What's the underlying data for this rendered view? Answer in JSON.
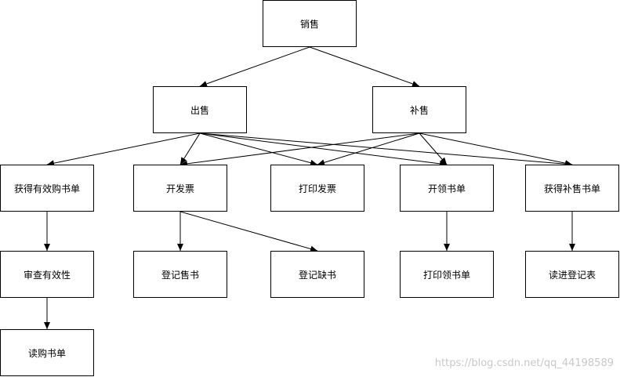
{
  "diagram": {
    "nodes": [
      {
        "id": "root",
        "label": "销售"
      },
      {
        "id": "sell",
        "label": "出售"
      },
      {
        "id": "restock",
        "label": "补售"
      },
      {
        "id": "valid-order",
        "label": "获得有效购书单"
      },
      {
        "id": "invoice",
        "label": "开发票"
      },
      {
        "id": "print-invoice",
        "label": "打印发票"
      },
      {
        "id": "pick-list",
        "label": "开领书单"
      },
      {
        "id": "restock-list",
        "label": "获得补售书单"
      },
      {
        "id": "check-validity",
        "label": "审查有效性"
      },
      {
        "id": "record-sold",
        "label": "登记售书"
      },
      {
        "id": "record-missing",
        "label": "登记缺书"
      },
      {
        "id": "print-pick-list",
        "label": "打印领书单"
      },
      {
        "id": "read-register",
        "label": "读进登记表"
      },
      {
        "id": "read-order",
        "label": "读购书单"
      }
    ],
    "edges": [
      [
        "root",
        "sell"
      ],
      [
        "root",
        "restock"
      ],
      [
        "sell",
        "valid-order"
      ],
      [
        "sell",
        "invoice"
      ],
      [
        "sell",
        "print-invoice"
      ],
      [
        "sell",
        "pick-list"
      ],
      [
        "sell",
        "restock-list"
      ],
      [
        "restock",
        "invoice"
      ],
      [
        "restock",
        "print-invoice"
      ],
      [
        "restock",
        "pick-list"
      ],
      [
        "restock",
        "restock-list"
      ],
      [
        "valid-order",
        "check-validity"
      ],
      [
        "check-validity",
        "read-order"
      ],
      [
        "invoice",
        "record-sold"
      ],
      [
        "invoice",
        "record-missing"
      ],
      [
        "pick-list",
        "print-pick-list"
      ],
      [
        "restock-list",
        "read-register"
      ]
    ],
    "colors": {
      "stroke": "#000000",
      "fill": "#ffffff",
      "watermark": "#c8c8c8"
    }
  },
  "watermark": "https://blog.csdn.net/qq_44198589"
}
